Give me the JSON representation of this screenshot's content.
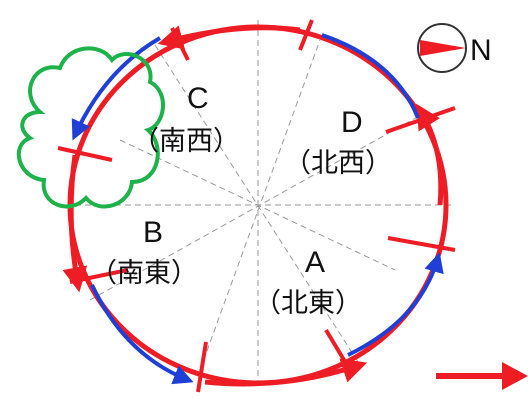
{
  "compass": {
    "label": "N"
  },
  "sectors": [
    {
      "id": "A",
      "letter": "A",
      "name": "（北東）"
    },
    {
      "id": "B",
      "letter": "B",
      "name": "（南東）"
    },
    {
      "id": "C",
      "letter": "C",
      "name": "（南西）"
    },
    {
      "id": "D",
      "letter": "D",
      "name": "（北西）"
    }
  ],
  "colors": {
    "ring": "#ee1c24",
    "blue_path": "#1f3fd6",
    "cloud": "#1db24a",
    "guide": "#9a9a9a"
  }
}
